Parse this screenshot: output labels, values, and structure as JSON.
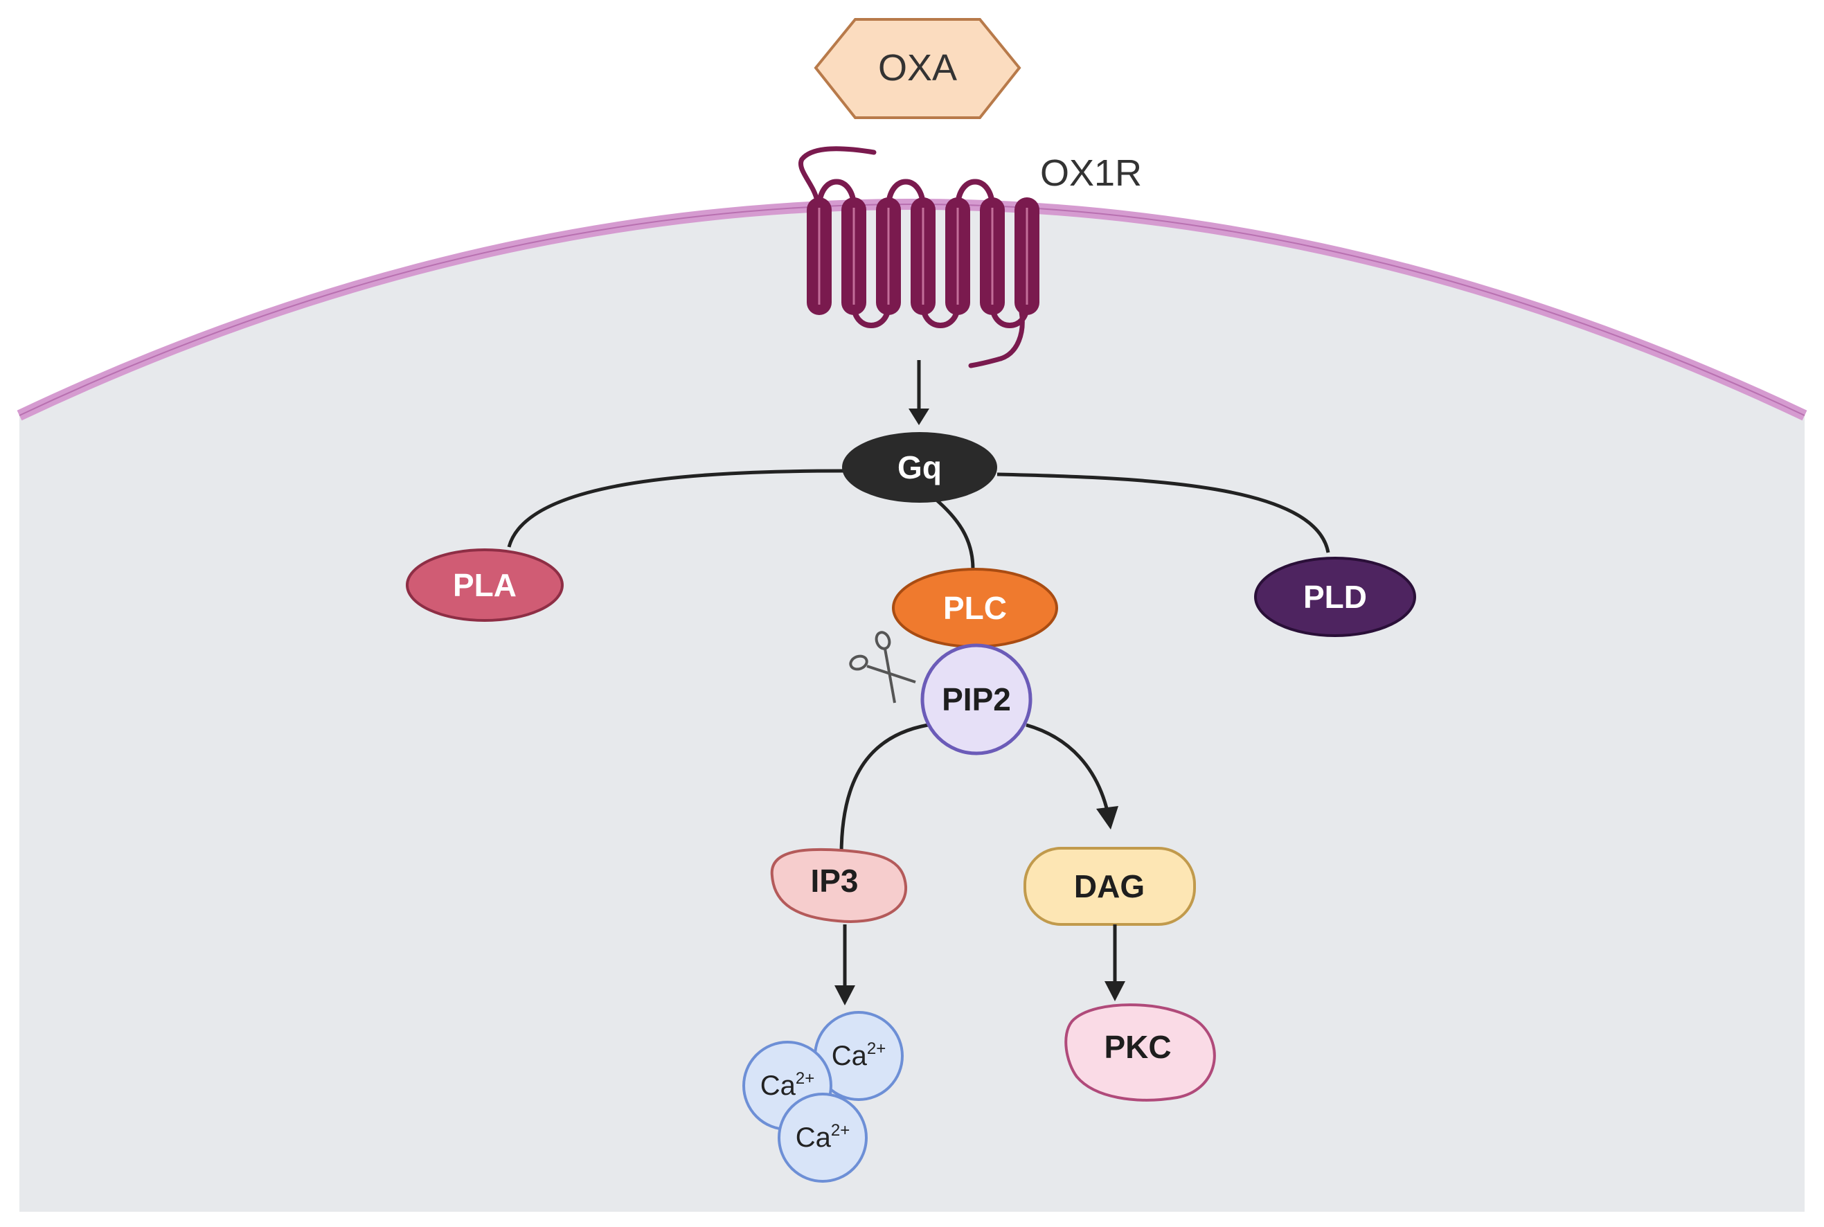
{
  "ligand": {
    "label": "OXA"
  },
  "receptor": {
    "label": "OX1R"
  },
  "g_protein": {
    "label": "Gq"
  },
  "effectors": [
    {
      "label": "PLA"
    },
    {
      "label": "PLC"
    },
    {
      "label": "PLD"
    }
  ],
  "substrate": {
    "label": "PIP2"
  },
  "messengers": [
    {
      "label": "IP3"
    },
    {
      "label": "DAG"
    }
  ],
  "calcium": [
    {
      "base": "Ca",
      "charge": "2+"
    },
    {
      "base": "Ca",
      "charge": "2+"
    },
    {
      "base": "Ca",
      "charge": "2+"
    }
  ],
  "kinase": {
    "label": "PKC"
  },
  "colors": {
    "cytoplasm": "#e7e9ec",
    "membrane": "#d59bd0",
    "receptor": "#7a1a4e",
    "oxa_fill": "#fbdcbf",
    "oxa_stroke": "#b87a4a",
    "gq": "#2a2a2a",
    "pla": "#d05c74",
    "plc": "#ef7a2e",
    "pld": "#4e2460",
    "pip2_fill": "#e6e0f7",
    "pip2_stroke": "#6b5bb8",
    "ip3_fill": "#f6cdcd",
    "dag_fill": "#fde6b4",
    "pkc_fill": "#fadbe6",
    "ca_fill": "#d8e4f8",
    "ca_stroke": "#6d8fd6"
  }
}
